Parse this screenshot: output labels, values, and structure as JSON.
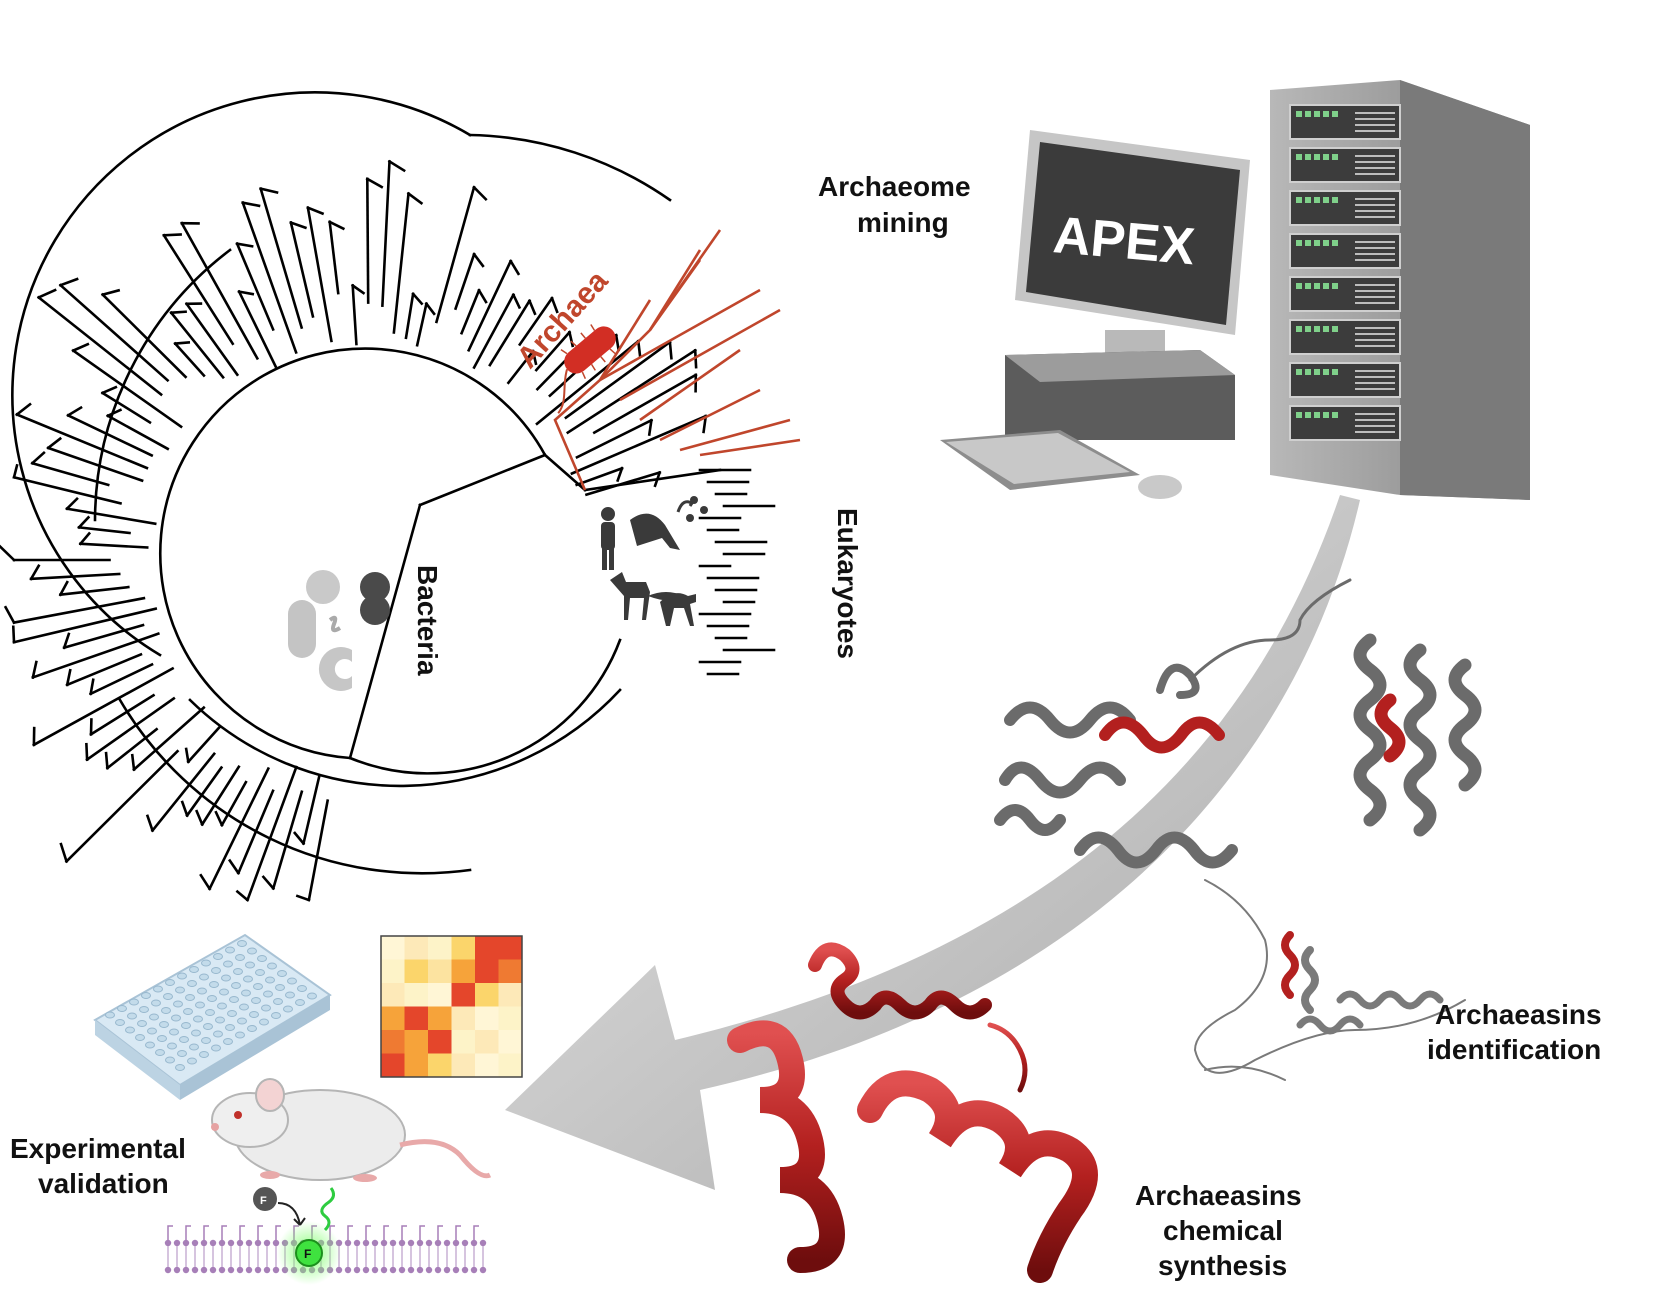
{
  "labels": {
    "archaea": "Archaea",
    "bacteria": "Bacteria",
    "eukaryotes": "Eukaryotes",
    "mining_line1": "Archaeome",
    "mining_line2": "mining",
    "monitor_text": "APEX",
    "ident_line1": "Archaeasins",
    "ident_line2": "identification",
    "synth_line1": "Archaeasins",
    "synth_line2": "chemical",
    "synth_line3": "synthesis",
    "exp_line1": "Experimental",
    "exp_line2": "validation",
    "fluor_small": "F",
    "fluor_big": "F"
  },
  "colors": {
    "archaea": "#c0462c",
    "tree": "#000000",
    "arrow": "#a9a9a9",
    "helix_red": "#b3201f",
    "protein_gray": "#6b6b6b",
    "fluorescent": "#3fe23f",
    "membrane": "#a77fb8"
  },
  "icons": [
    "archaea-cell-icon",
    "bacteria-cells-icon",
    "eukaryote-organisms-icon",
    "computer-icon",
    "server-icon",
    "well-plate-icon",
    "heatmap-icon",
    "mouse-icon",
    "membrane-icon"
  ]
}
